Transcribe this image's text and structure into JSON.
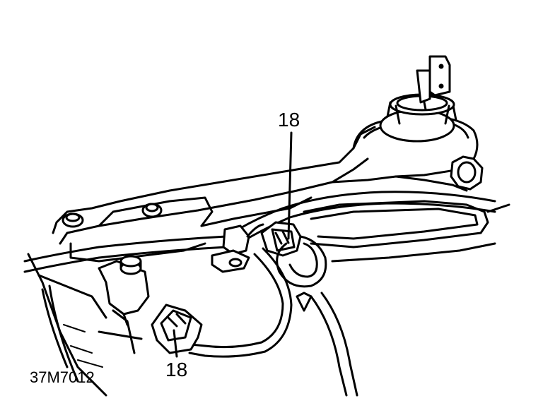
{
  "callouts": {
    "top": "18",
    "bottom": "18"
  },
  "figure_ref": "37M7012"
}
